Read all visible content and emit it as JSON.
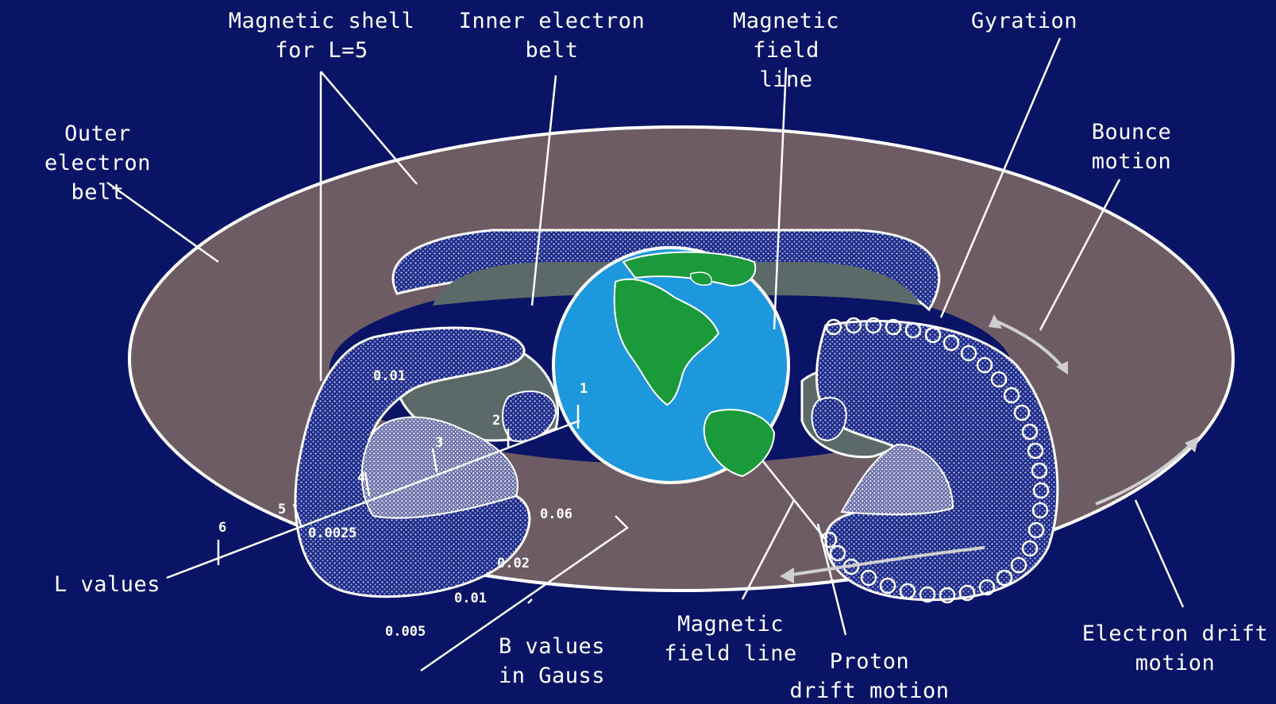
{
  "colors": {
    "background": "#0a1466",
    "outer_belt": "#6e5c64",
    "inner_belt_core": "#5b6a68",
    "hatched_region": "#1c2a8a",
    "earth_ocean": "#1e98dc",
    "earth_land": "#1a9a3a",
    "lines": "#ffffff"
  },
  "labels": {
    "magnetic_shell": "Magnetic shell\nfor L=5",
    "inner_electron_belt": "Inner electron\nbelt",
    "magnetic_field_line_top": "Magnetic field\nline",
    "gyration": "Gyration",
    "outer_electron_belt": "Outer electron\nbelt",
    "bounce_motion": "Bounce\nmotion",
    "l_values": "L values",
    "b_values": "B values\nin Gauss",
    "magnetic_field_line_bottom": "Magnetic\nfield line",
    "proton_drift_motion": "Proton\ndrift motion",
    "electron_drift_motion": "Electron drift\nmotion"
  },
  "l_ticks": [
    "1",
    "2",
    "3",
    "4",
    "5",
    "6"
  ],
  "b_ticks": [
    "0.01",
    "0.0025",
    "0.06",
    "0.02",
    "0.01",
    "0.005"
  ]
}
